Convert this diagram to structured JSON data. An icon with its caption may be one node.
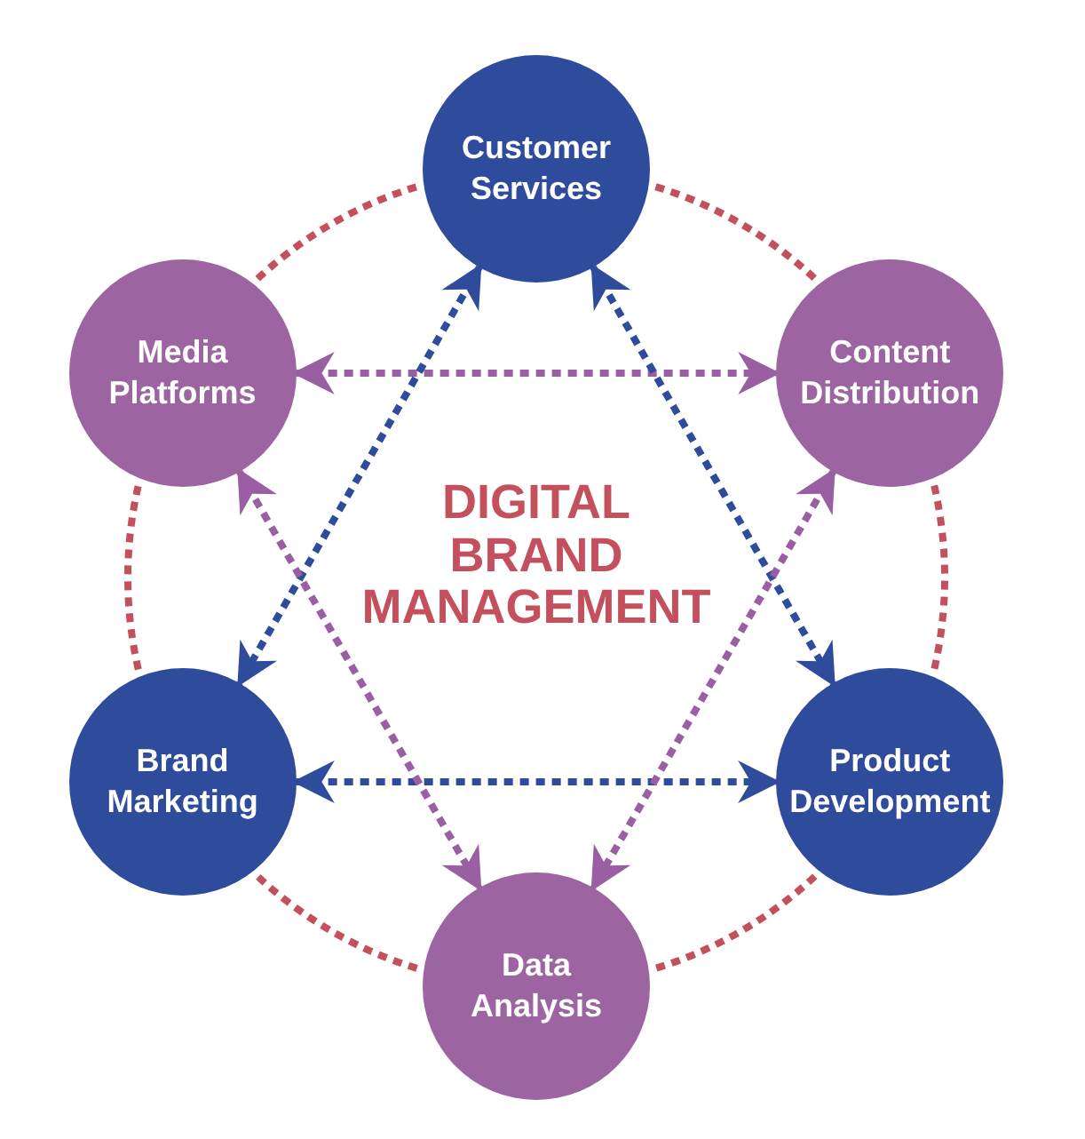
{
  "diagram": {
    "title": "DIGITAL BRAND MANAGEMENT",
    "nodes": [
      {
        "text": [
          "Customer Services"
        ]
      },
      {
        "text": [
          "Media Platforms"
        ]
      },
      {
        "text": [
          "Content Distribution"
        ]
      },
      {
        "text": [
          "Brand Marketing"
        ]
      },
      {
        "text": [
          "Product Development"
        ]
      },
      {
        "text": [
          "Data Analysis"
        ]
      }
    ],
    "edges": [
      {
        "from": 0,
        "to": 2,
        "arrow": "none",
        "style": "dashed",
        "color": "#c4505e"
      },
      {
        "from": 2,
        "to": 4,
        "arrow": "none",
        "style": "dashed",
        "color": "#c4505e"
      },
      {
        "from": 4,
        "to": 5,
        "arrow": "none",
        "style": "dashed",
        "color": "#c4505e"
      },
      {
        "from": 5,
        "to": 3,
        "arrow": "none",
        "style": "dashed",
        "color": "#c4505e"
      },
      {
        "from": 3,
        "to": 1,
        "arrow": "none",
        "style": "dashed",
        "color": "#c4505e"
      },
      {
        "from": 1,
        "to": 0,
        "arrow": "none",
        "style": "dashed",
        "color": "#c4505e"
      },
      {
        "from": 1,
        "to": 2,
        "arrow": "both",
        "style": "dashed",
        "color": "#9a5fa3"
      },
      {
        "from": 3,
        "to": 4,
        "arrow": "both",
        "style": "dashed",
        "color": "#2f4b9c"
      },
      {
        "from": 0,
        "to": 3,
        "arrow": "both",
        "style": "dashed",
        "color": "#2f4b9c"
      },
      {
        "from": 0,
        "to": 4,
        "arrow": "both",
        "style": "dashed",
        "color": "#2f4b9c"
      },
      {
        "from": 1,
        "to": 5,
        "arrow": "both",
        "style": "dashed",
        "color": "#9a5fa3"
      },
      {
        "from": 2,
        "to": 5,
        "arrow": "both",
        "style": "dashed",
        "color": "#9a5fa3"
      }
    ]
  }
}
